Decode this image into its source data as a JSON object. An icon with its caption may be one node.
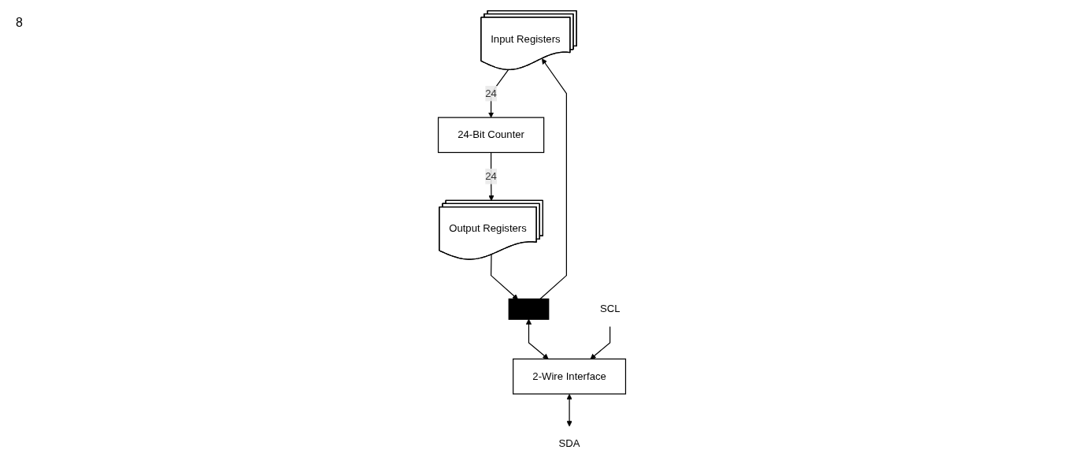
{
  "diagram": {
    "nodes": [
      {
        "text": [
          "Input Registers"
        ]
      },
      {
        "text": [
          "24-Bit Counter"
        ]
      },
      {
        "text": [
          "Output Registers"
        ]
      },
      {
        "text": [],
        "shape": "bar"
      },
      {
        "text": [
          "2-Wire Interface"
        ]
      },
      {
        "text": [
          "SDA"
        ]
      },
      {
        "text": [
          "SCL"
        ]
      }
    ],
    "edges": [
      {
        "from": 0,
        "to": 1,
        "arrow": "to",
        "label": "24"
      },
      {
        "from": 1,
        "to": 2,
        "arrow": "to",
        "label": "24"
      },
      {
        "from": 3,
        "to": 0,
        "arrow": "to"
      },
      {
        "from": 2,
        "to": 3,
        "arrow": "to"
      },
      {
        "from": 3,
        "to": 4,
        "arrow": "both"
      },
      {
        "from": 4,
        "to": 5,
        "arrow": "both"
      },
      {
        "from": 6,
        "to": 4,
        "arrow": "to"
      }
    ],
    "labels": [
      "8"
    ]
  }
}
